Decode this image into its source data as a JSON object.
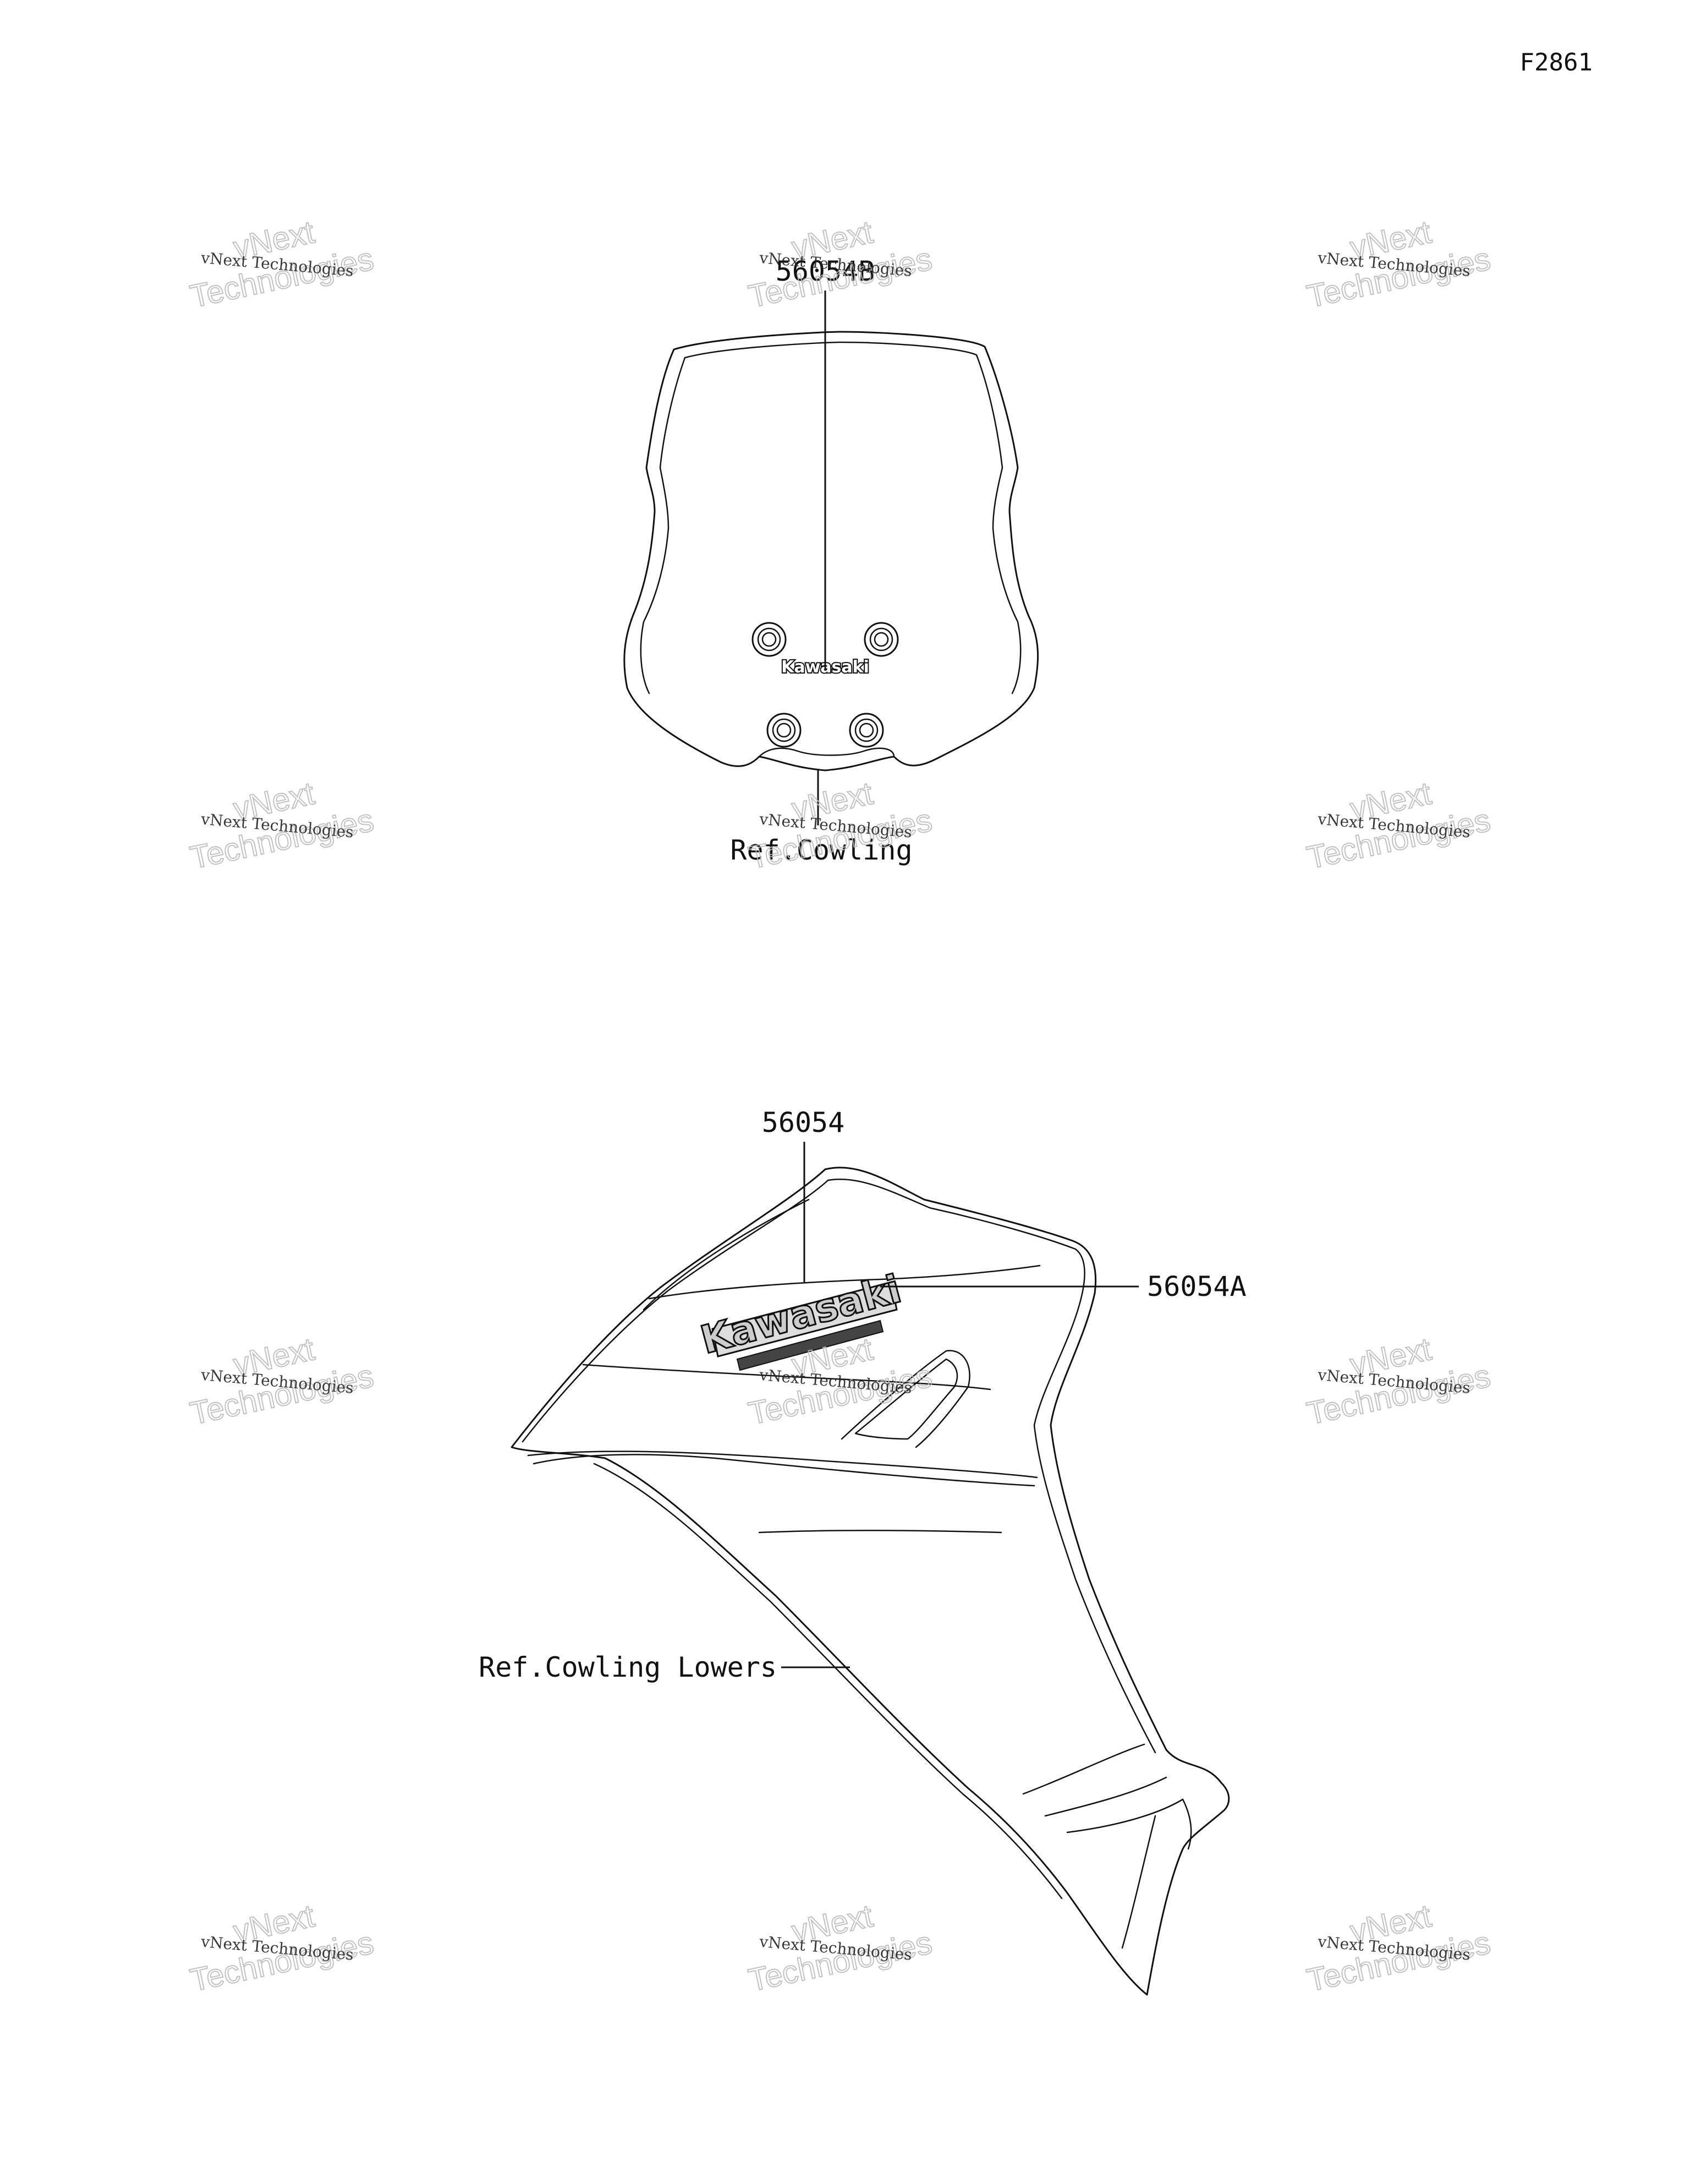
{
  "figure_id": "F2861",
  "parts": {
    "windshield_label": "56054B",
    "tank_logo_label": "56054",
    "tank_sublogo_label": "56054A"
  },
  "references": {
    "cowling": "Ref.Cowling",
    "cowling_lowers": "Ref.Cowling Lowers"
  },
  "logo_text": {
    "windshield": "Kawasaki",
    "cowl": "Kawasaki"
  },
  "watermark": {
    "line1": "vNext Technologies",
    "line2": "vNext",
    "line3": "Technologies"
  }
}
